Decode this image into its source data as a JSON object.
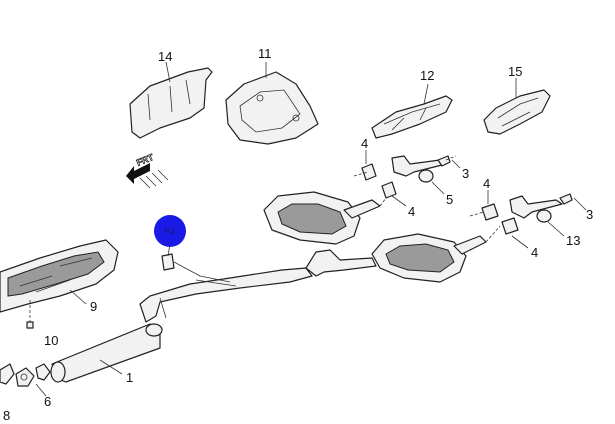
{
  "callouts": {
    "c1": "1",
    "c2": "2",
    "c3a": "3",
    "c3b": "3",
    "c4a": "4",
    "c4b": "4",
    "c4c": "4",
    "c4d": "4",
    "c5": "5",
    "c6": "6",
    "c8": "8",
    "c9": "9",
    "c10": "10",
    "c11": "11",
    "c12": "12",
    "c13": "13",
    "c14": "14",
    "c15": "15"
  },
  "direction_label": "FRT",
  "colors": {
    "highlight": "#1a1ae6",
    "line": "#222222",
    "part_fill": "#f2f2f2"
  }
}
